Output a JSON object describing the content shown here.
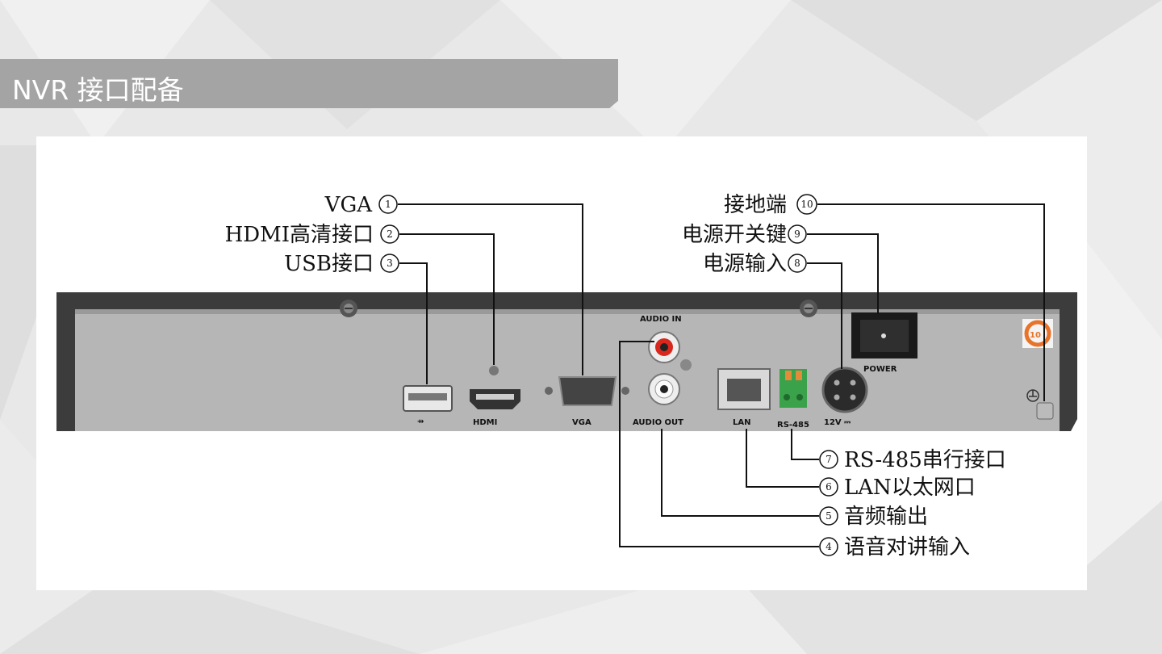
{
  "slide": {
    "title": "NVR 接口配备"
  },
  "callouts": [
    {
      "num": "1",
      "label": "VGA",
      "port": "vga"
    },
    {
      "num": "2",
      "label": "HDMI高清接口",
      "port": "hdmi"
    },
    {
      "num": "3",
      "label": "USB接口",
      "port": "usb"
    },
    {
      "num": "4",
      "label": "语音对讲输入",
      "port": "audio-in"
    },
    {
      "num": "5",
      "label": "音频输出",
      "port": "audio-out"
    },
    {
      "num": "6",
      "label": "LAN以太网口",
      "port": "lan"
    },
    {
      "num": "7",
      "label": "RS-485串行接口",
      "port": "rs485"
    },
    {
      "num": "8",
      "label": "电源输入",
      "port": "power-input"
    },
    {
      "num": "9",
      "label": "电源开关键",
      "port": "power-switch"
    },
    {
      "num": "10",
      "label": "接地端",
      "port": "ground"
    }
  ],
  "device_labels": {
    "audio_in": "AUDIO IN",
    "audio_out": "AUDIO OUT",
    "hdmi": "HDMI",
    "vga": "VGA",
    "lan": "LAN",
    "rs485": "RS-485",
    "dc": "12V ⎓",
    "power": "POWER",
    "badge": "10"
  },
  "colors": {
    "title_bar": "#a4a4a4",
    "chassis": "#3a3a3a",
    "faceplate": "#b4b4b4",
    "audio_in_ring": "#d8281e",
    "rs485_terminal": "#39a24a",
    "badge": "#e8732a"
  }
}
